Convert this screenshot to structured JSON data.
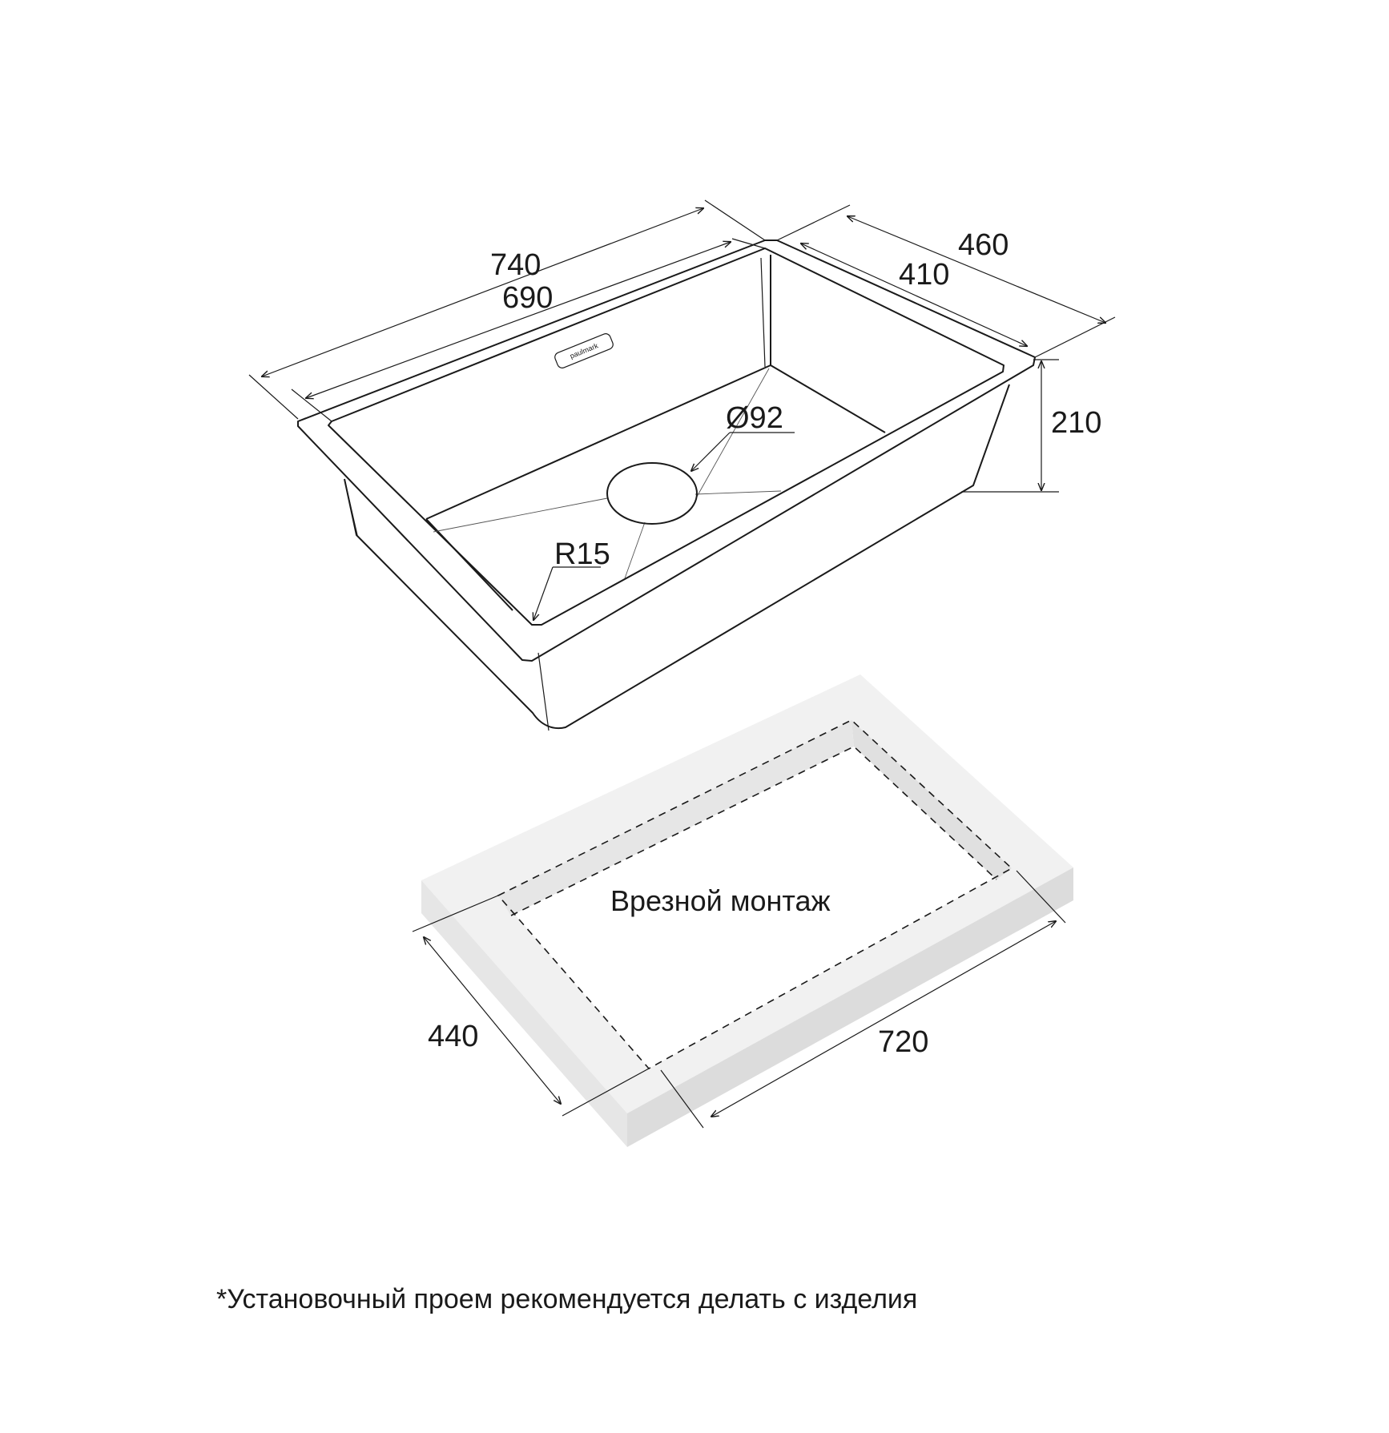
{
  "sink": {
    "brand_logo": "paulmark",
    "dimensions": {
      "outer_length": "740",
      "inner_length": "690",
      "outer_width": "460",
      "inner_width": "410",
      "depth": "210",
      "drain_diameter": "Ø92",
      "corner_radius": "R15"
    }
  },
  "cutout": {
    "title": "Врезной монтаж",
    "width": "440",
    "length": "720"
  },
  "footnote": "*Установочный проем рекомендуется делать с изделия"
}
